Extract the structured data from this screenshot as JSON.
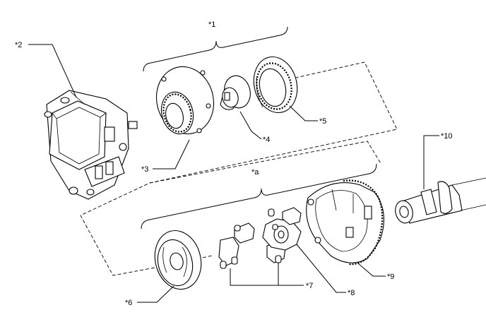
{
  "callouts": {
    "c1": "*1",
    "c2": "*2",
    "c3": "*3",
    "c4": "*4",
    "c5": "*5",
    "c6": "*6",
    "c7": "*7",
    "c8": "*8",
    "c9": "*9",
    "c10": "*10",
    "ca": "*a"
  }
}
